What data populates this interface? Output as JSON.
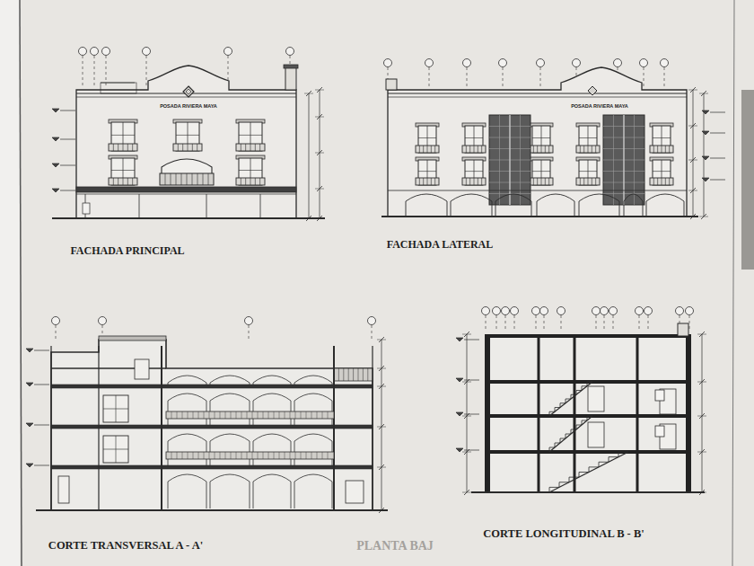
{
  "diagram": {
    "labels": [
      "POSADA RIVIERA MAYA",
      "POSADA RIVIERA MAYA",
      "FACHADA PRINCIPAL",
      "FACHADA LATERAL",
      "CORTE TRANSVERSAL A - A'",
      "CORTE LONGITUDINAL B - B'",
      "PLANTA BAJ"
    ]
  }
}
